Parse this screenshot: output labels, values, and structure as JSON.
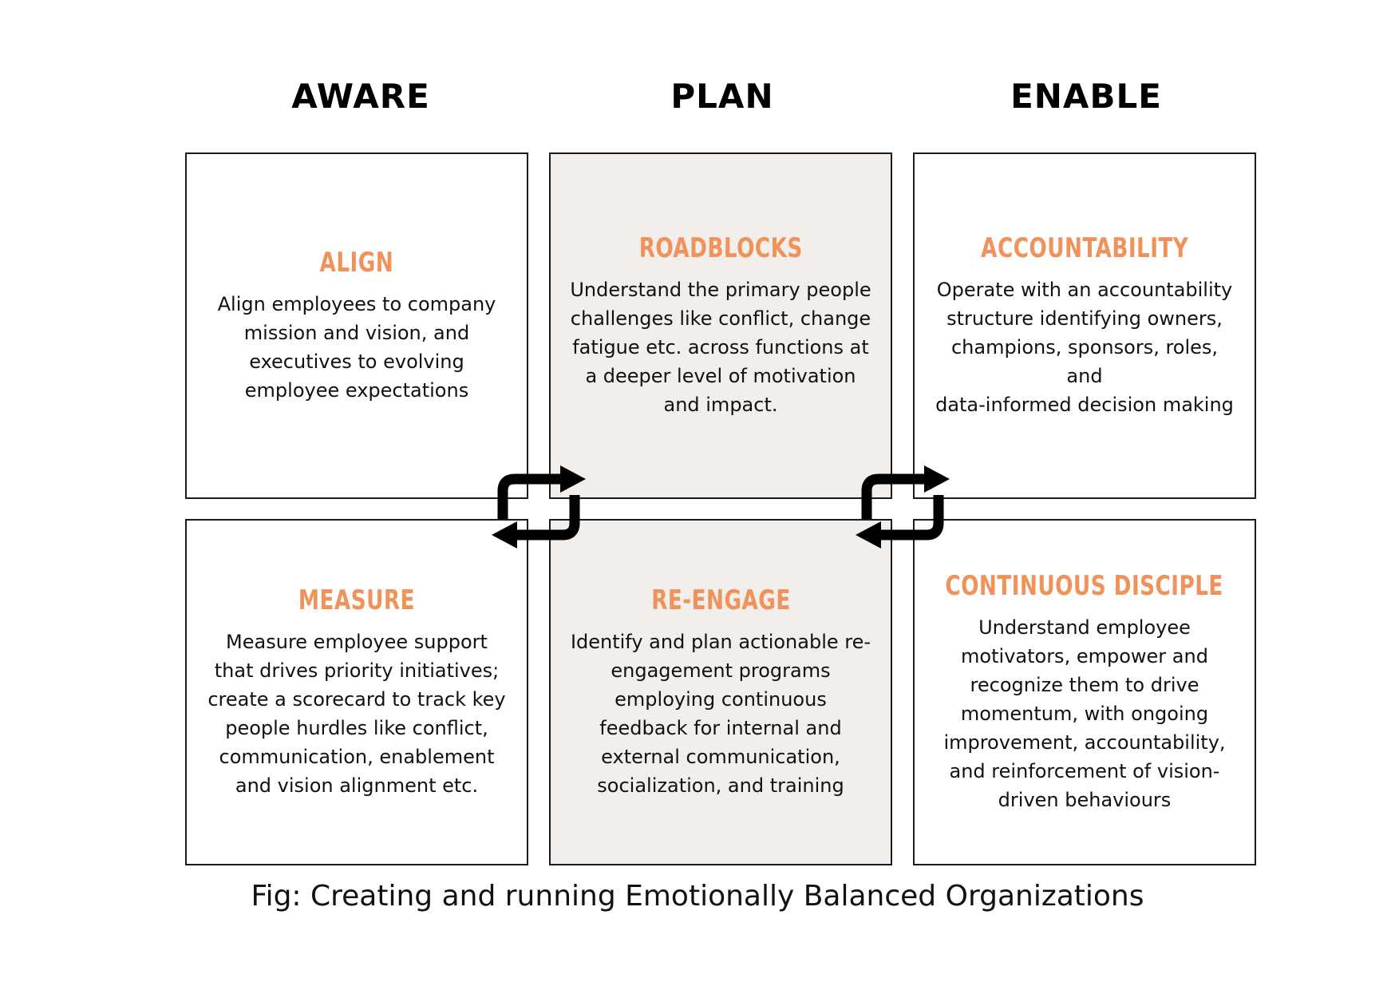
{
  "columns": [
    {
      "heading": "AWARE"
    },
    {
      "heading": "PLAN"
    },
    {
      "heading": "ENABLE"
    }
  ],
  "boxes": {
    "align": {
      "title": "ALIGN",
      "body": "Align employees to company\nmission and vision, and\nexecutives to evolving\nemployee expectations"
    },
    "roadblocks": {
      "title": "ROADBLOCKS",
      "body": "Understand the primary people\nchallenges like conflict, change\nfatigue etc. across functions at\na deeper level of motivation\nand impact."
    },
    "accountability": {
      "title": "ACCOUNTABILITY",
      "body": "Operate with an  accountability\nstructure identifying owners,\nchampions, sponsors, roles, and\ndata-informed decision making"
    },
    "measure": {
      "title": "MEASURE",
      "body": "Measure employee support\nthat drives priority initiatives;\ncreate a scorecard to track key\npeople hurdles like conflict,\ncommunication, enablement\nand vision alignment etc."
    },
    "reengage": {
      "title": "RE-ENGAGE",
      "body": "Identify and plan actionable re-\nengagement programs\nemploying continuous\nfeedback for internal and\nexternal communication,\nsocialization, and training"
    },
    "continuous": {
      "title": "CONTINUOUS DISCIPLE",
      "body": "Understand employee\nmotivators, empower and\nrecognize them to drive\nmomentum, with ongoing\nimprovement, accountability,\nand reinforcement of vision-\ndriven behaviours"
    }
  },
  "colors": {
    "title_accent": "#f0925a",
    "shaded_fill": "#f1eeec",
    "border": "#1a1a1a"
  },
  "icons": [
    "cycle-arrows-icon",
    "cycle-arrows-icon"
  ],
  "caption": "Fig: Creating and running Emotionally Balanced Organizations"
}
